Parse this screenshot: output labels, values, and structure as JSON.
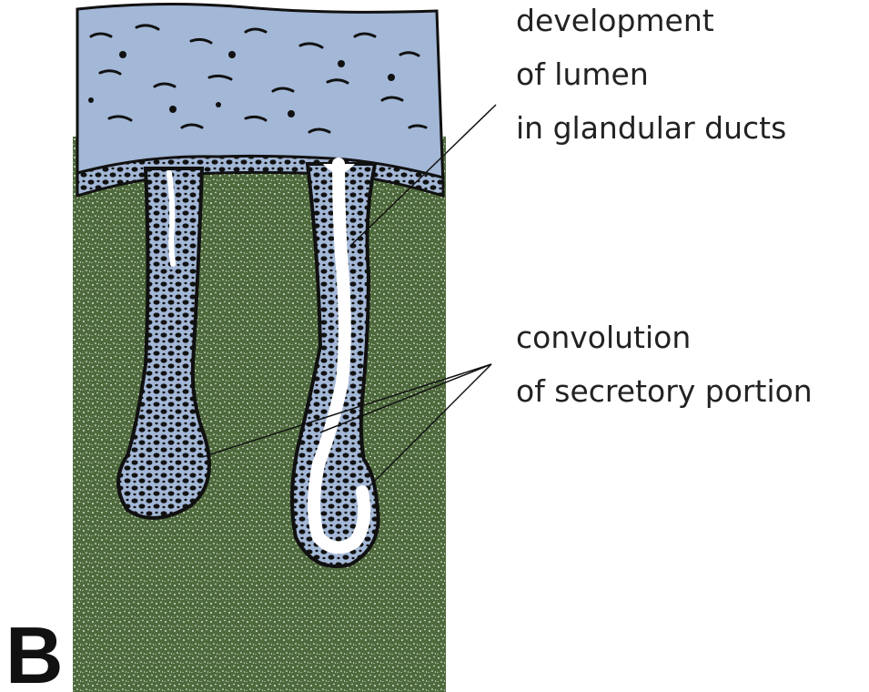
{
  "figure": {
    "panel_letter": "B",
    "labels": {
      "lumen": {
        "lines": [
          "development",
          "of lumen",
          "in glandular ducts"
        ]
      },
      "secretory": {
        "lines": [
          "convolution",
          "of secretory portion"
        ]
      }
    }
  },
  "colors": {
    "epidermis": "#a3b7d6",
    "dermis": "#4e6a3c",
    "dermis_speckle": "#ffffff",
    "epithelium_outline": "#111111",
    "lumen": "#ffffff",
    "basement_edge": "#8b2b2b"
  },
  "icons": [
    "sweat-gland-duct-left-illustration",
    "sweat-gland-duct-right-illustration"
  ]
}
